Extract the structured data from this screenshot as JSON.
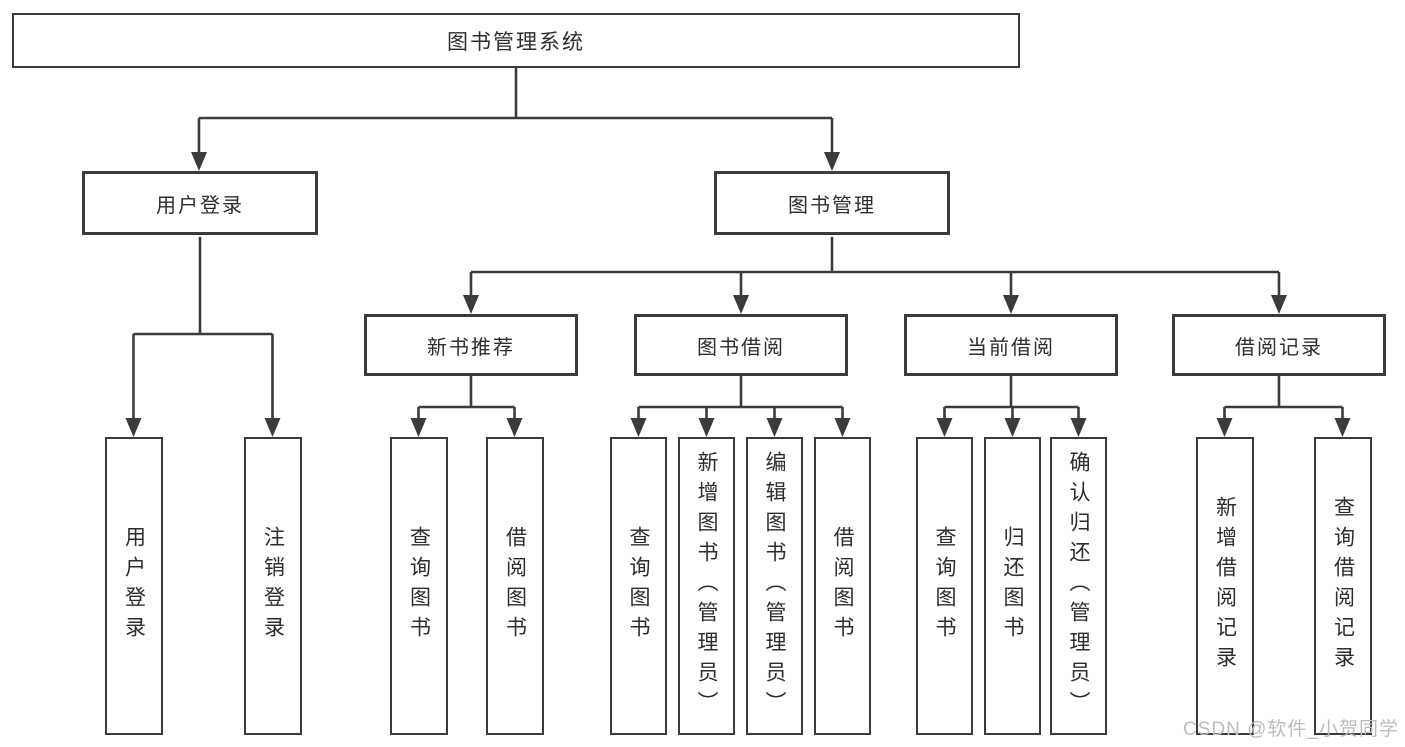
{
  "tree": {
    "root": {
      "label": "图书管理系统"
    },
    "branches": [
      {
        "label": "用户登录",
        "leaves": [
          "用户登录",
          "注销登录"
        ]
      },
      {
        "label": "图书管理",
        "sections": [
          {
            "label": "新书推荐",
            "leaves": [
              "查询图书",
              "借阅图书"
            ]
          },
          {
            "label": "图书借阅",
            "leaves": [
              "查询图书",
              "新增图书（管理员）",
              "编辑图书（管理员）",
              "借阅图书"
            ]
          },
          {
            "label": "当前借阅",
            "leaves": [
              "查询图书",
              "归还图书",
              "确认归还（管理员）"
            ]
          },
          {
            "label": "借阅记录",
            "leaves": [
              "新增借阅记录",
              "查询借阅记录"
            ]
          }
        ]
      }
    ]
  },
  "watermark": {
    "text": "CSDN @软件_小贺同学"
  },
  "colors": {
    "line": "#3b3b3b",
    "text": "#2d2d2d",
    "box_background": "#ffffff",
    "watermark": "#bcbcbc"
  }
}
